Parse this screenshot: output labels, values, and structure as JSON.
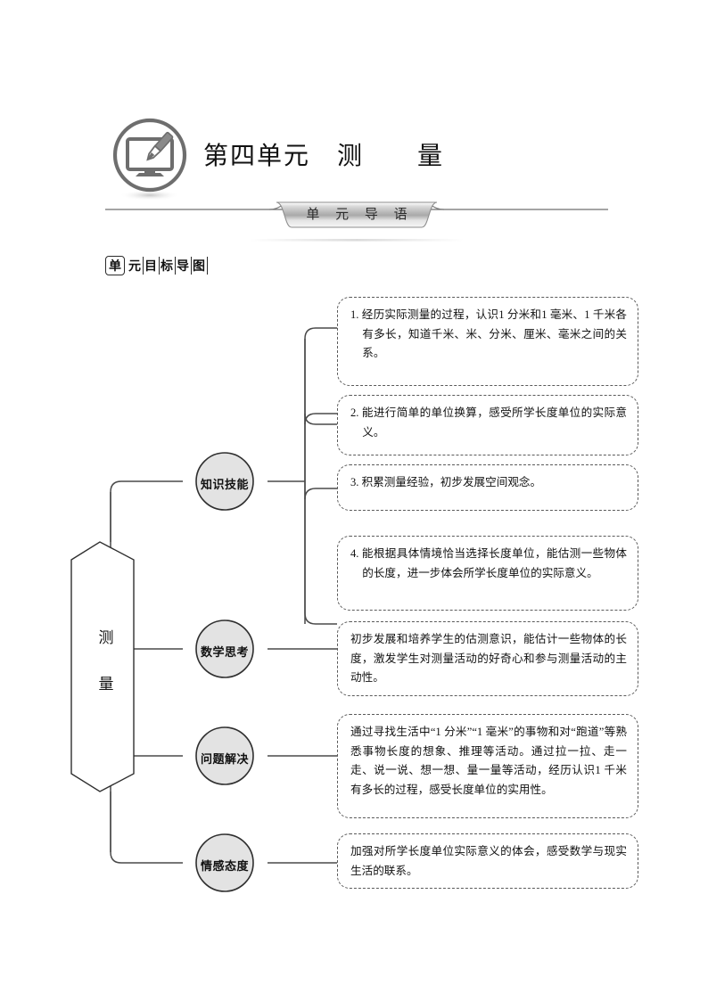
{
  "header": {
    "icon": "monitor-pencil-icon",
    "title": "第四单元　测　　量"
  },
  "banner": {
    "label": "单 元 导 语"
  },
  "section": {
    "label_first": "单",
    "label_rest": [
      "元",
      "目",
      "标",
      "导",
      "图"
    ]
  },
  "diagram": {
    "root": {
      "char1": "测",
      "char2": "量"
    },
    "branches": [
      {
        "node": "知识技能",
        "boxes": [
          "1. 经历实际测量的过程，认识1 分米和1 毫米、1 千米各有多长，知道千米、米、分米、厘米、毫米之间的关系。",
          "2. 能进行简单的单位换算，感受所学长度单位的实际意义。",
          "3. 积累测量经验，初步发展空间观念。",
          "4. 能根据具体情境恰当选择长度单位，能估测一些物体的长度，进一步体会所学长度单位的实际意义。"
        ]
      },
      {
        "node": "数学思考",
        "boxes": [
          "初步发展和培养学生的估测意识，能估计一些物体的长度，激发学生对测量活动的好奇心和参与测量活动的主动性。"
        ]
      },
      {
        "node": "问题解决",
        "boxes": [
          "通过寻找生活中“1 分米”“1 毫米”的事物和对“跑道”等熟悉事物长度的想象、推理等活动。通过拉一拉、走一走、说一说、想一想、量一量等活动，经历认识1 千米有多长的过程，感受长度单位的实用性。"
        ]
      },
      {
        "node": "情感态度",
        "boxes": [
          "加强对所学长度单位实际意义的体会，感受数学与现实生活的联系。"
        ]
      }
    ]
  },
  "colors": {
    "line": "#4a4a4a",
    "node_fill": "#e3e3e3",
    "icon_gray": "#6e6e6e",
    "dash_border": "#5a5a5a"
  }
}
